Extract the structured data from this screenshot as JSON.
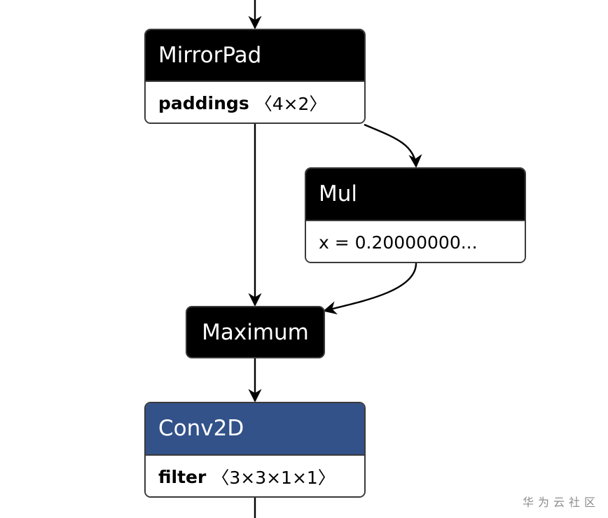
{
  "nodes": {
    "mirrorpad": {
      "title": "MirrorPad",
      "attr_name": "paddings",
      "attr_value": "〈4×2〉"
    },
    "mul": {
      "title": "Mul",
      "attr_text": "x = 0.20000000..."
    },
    "maximum": {
      "title": "Maximum"
    },
    "conv2d": {
      "title": "Conv2D",
      "attr_name": "filter",
      "attr_value": "〈3×3×1×1〉"
    }
  },
  "colors": {
    "op_header": "#000000",
    "layer_header": "#33528a",
    "edge": "#000000",
    "border": "#3a3a3a"
  },
  "watermark": "华为云社区"
}
